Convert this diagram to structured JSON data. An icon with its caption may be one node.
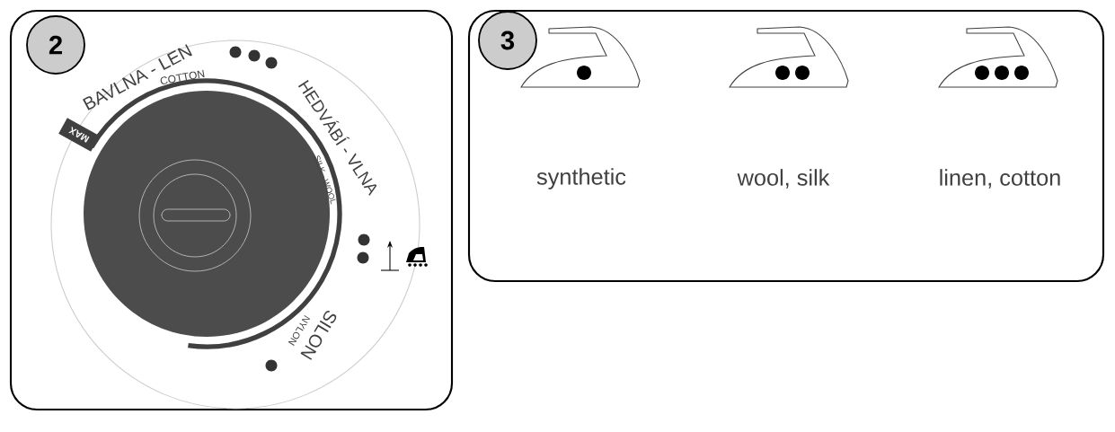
{
  "diagram": {
    "nodes": [
      {
        "text": [
          "2"
        ]
      },
      {
        "text": [
          "3"
        ]
      }
    ],
    "labels": [
      "BAVLNA - LEN",
      "COTTON",
      "MAX",
      "HEDVÁBÍ - VLNA",
      "SILK - WOOL",
      "NYLON",
      "SILON",
      "synthetic",
      "wool, silk",
      "linen, cotton"
    ]
  }
}
